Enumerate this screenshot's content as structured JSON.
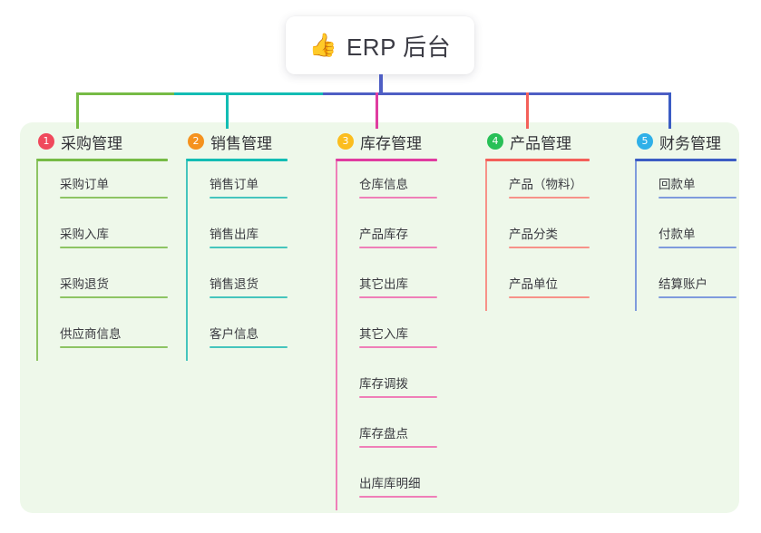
{
  "diagram": {
    "root": {
      "icon": "thumbs-up-icon",
      "emoji": "👍",
      "title": "ERP 后台"
    },
    "panel_color": "#eef8ea",
    "columns": [
      {
        "number": "1",
        "label": "采购管理",
        "badge_color": "#f0495c",
        "rule_color": "#76bb45",
        "line_color": "#76bb45",
        "leaf_color": "#8dc463",
        "items": [
          "采购订单",
          "采购入库",
          "采购退货",
          "供应商信息"
        ]
      },
      {
        "number": "2",
        "label": "销售管理",
        "badge_color": "#f5921e",
        "rule_color": "#13bdb4",
        "line_color": "#13bdb4",
        "leaf_color": "#45c5bd",
        "items": [
          "销售订单",
          "销售出库",
          "销售退货",
          "客户信息"
        ]
      },
      {
        "number": "3",
        "label": "库存管理",
        "badge_color": "#fbbd1e",
        "rule_color": "#e03ca0",
        "line_color": "#e03ca0",
        "leaf_color": "#ef7fb8",
        "items": [
          "仓库信息",
          "产品库存",
          "其它出库",
          "其它入库",
          "库存调拨",
          "库存盘点",
          "出库库明细"
        ]
      },
      {
        "number": "4",
        "label": "产品管理",
        "badge_color": "#28c057",
        "rule_color": "#f4605a",
        "line_color": "#f4605a",
        "leaf_color": "#f79289",
        "items": [
          "产品（物料）",
          "产品分类",
          "产品单位"
        ]
      },
      {
        "number": "5",
        "label": "财务管理",
        "badge_color": "#30b0e8",
        "rule_color": "#3b5cc4",
        "line_color": "#3b5cc4",
        "leaf_color": "#7f9bdd",
        "items": [
          "回款单",
          "付款单",
          "结算账户"
        ]
      }
    ],
    "connectors": {
      "root_stem_color": "#4e5ec4",
      "bus_segments": [
        {
          "color": "#76bb45"
        },
        {
          "color": "#13bdb4"
        },
        {
          "color": "#4e5ec4"
        }
      ]
    }
  }
}
